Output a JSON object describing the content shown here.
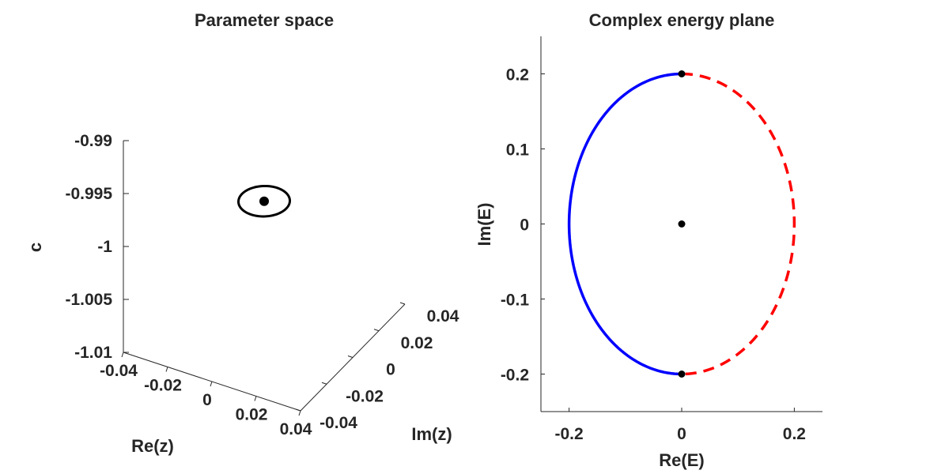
{
  "chart_data": [
    {
      "type": "line3d",
      "title": "Parameter space",
      "xlabel": "Re(z)",
      "ylabel": "Im(z)",
      "zlabel": "c",
      "xlim": [
        -0.04,
        0.04
      ],
      "ylim": [
        -0.04,
        0.04
      ],
      "zlim": [
        -1.01,
        -0.99
      ],
      "xticks": [
        "-0.04",
        "-0.02",
        "0",
        "0.02",
        "0.04"
      ],
      "yticks": [
        "-0.04",
        "-0.02",
        "0",
        "0.02",
        "0.04"
      ],
      "zticks": [
        "-0.99",
        "-0.995",
        "-1",
        "-1.005",
        "-1.01"
      ],
      "series": [
        {
          "kind": "loop",
          "center_z": -0.998,
          "radius": 0.01,
          "color": "#000000"
        },
        {
          "kind": "point",
          "x": 0,
          "y": 0,
          "z": -0.998,
          "color": "#000000"
        }
      ]
    },
    {
      "type": "line",
      "title": "Complex energy plane",
      "xlabel": "Re(E)",
      "ylabel": "Im(E)",
      "xlim": [
        -0.25,
        0.25
      ],
      "ylim": [
        -0.25,
        0.25
      ],
      "xticks": [
        "-0.2",
        "0",
        "0.2"
      ],
      "yticks": [
        "0.2",
        "0.1",
        "0",
        "-0.1",
        "-0.2"
      ],
      "series": [
        {
          "style": "solid",
          "color": "#0000ff",
          "description": "left half-ellipse",
          "x_range": [
            -0.2,
            0
          ],
          "y_range": [
            -0.2,
            0.2
          ]
        },
        {
          "style": "dashed",
          "color": "#ff0000",
          "description": "right half-ellipse",
          "x_range": [
            0,
            0.2
          ],
          "y_range": [
            -0.2,
            0.2
          ]
        }
      ],
      "points": [
        {
          "x": 0,
          "y": 0.2
        },
        {
          "x": 0,
          "y": 0
        },
        {
          "x": 0,
          "y": -0.2
        }
      ]
    }
  ]
}
